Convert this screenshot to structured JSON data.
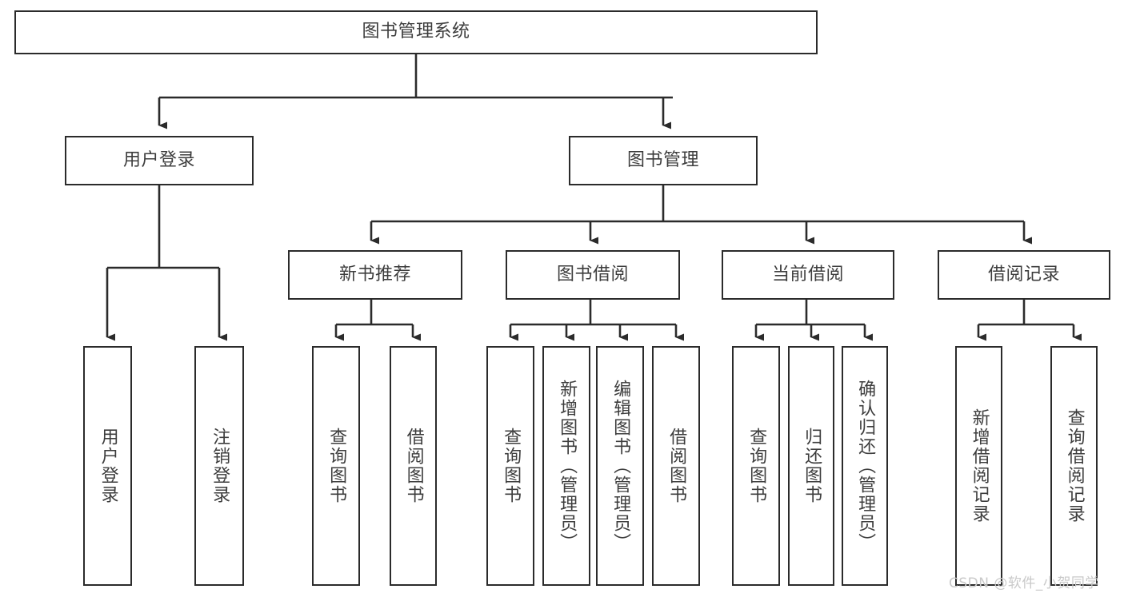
{
  "diagram": {
    "type": "hierarchy-tree",
    "title": "图书管理系统",
    "orientation": "top-down",
    "colors": {
      "box_border": "#2b2b2b",
      "box_fill": "#ffffff",
      "connector": "#2b2b2b",
      "text": "#3d3d3d",
      "watermark": "#c9c9c9",
      "background": "#ffffff"
    },
    "levels": [
      {
        "level": 1,
        "nodes": [
          {
            "id": "root",
            "label": "图书管理系统",
            "orientation": "horizontal"
          }
        ]
      },
      {
        "level": 2,
        "nodes": [
          {
            "id": "login",
            "label": "用户登录",
            "orientation": "horizontal",
            "parent": "root"
          },
          {
            "id": "bookmgmt",
            "label": "图书管理",
            "orientation": "horizontal",
            "parent": "root"
          }
        ]
      },
      {
        "level": 3,
        "nodes": [
          {
            "id": "newbook",
            "label": "新书推荐",
            "orientation": "horizontal",
            "parent": "bookmgmt"
          },
          {
            "id": "borrow",
            "label": "图书借阅",
            "orientation": "horizontal",
            "parent": "bookmgmt"
          },
          {
            "id": "current",
            "label": "当前借阅",
            "orientation": "horizontal",
            "parent": "bookmgmt"
          },
          {
            "id": "records",
            "label": "借阅记录",
            "orientation": "horizontal",
            "parent": "bookmgmt"
          }
        ]
      },
      {
        "level": 4,
        "nodes": [
          {
            "id": "leaf1",
            "label": "用户登录",
            "orientation": "vertical",
            "parent": "login"
          },
          {
            "id": "leaf2",
            "label": "注销登录",
            "orientation": "vertical",
            "parent": "login"
          },
          {
            "id": "leaf3",
            "label": "查询图书",
            "orientation": "vertical",
            "parent": "newbook"
          },
          {
            "id": "leaf4",
            "label": "借阅图书",
            "orientation": "vertical",
            "parent": "newbook"
          },
          {
            "id": "leaf5",
            "label": "查询图书",
            "orientation": "vertical",
            "parent": "borrow"
          },
          {
            "id": "leaf6",
            "label": "新增图书（管理员）",
            "orientation": "vertical",
            "parent": "borrow"
          },
          {
            "id": "leaf7",
            "label": "编辑图书（管理员）",
            "orientation": "vertical",
            "parent": "borrow"
          },
          {
            "id": "leaf8",
            "label": "借阅图书",
            "orientation": "vertical",
            "parent": "borrow"
          },
          {
            "id": "leaf9",
            "label": "查询图书",
            "orientation": "vertical",
            "parent": "current"
          },
          {
            "id": "leaf10",
            "label": "归还图书",
            "orientation": "vertical",
            "parent": "current"
          },
          {
            "id": "leaf11",
            "label": "确认归还（管理员）",
            "orientation": "vertical",
            "parent": "current"
          },
          {
            "id": "leaf12",
            "label": "新增借阅记录",
            "orientation": "vertical",
            "parent": "records"
          },
          {
            "id": "leaf13",
            "label": "查询借阅记录",
            "orientation": "vertical",
            "parent": "records"
          }
        ]
      }
    ]
  },
  "watermark": {
    "text": "CSDN @软件_小贺同学"
  }
}
